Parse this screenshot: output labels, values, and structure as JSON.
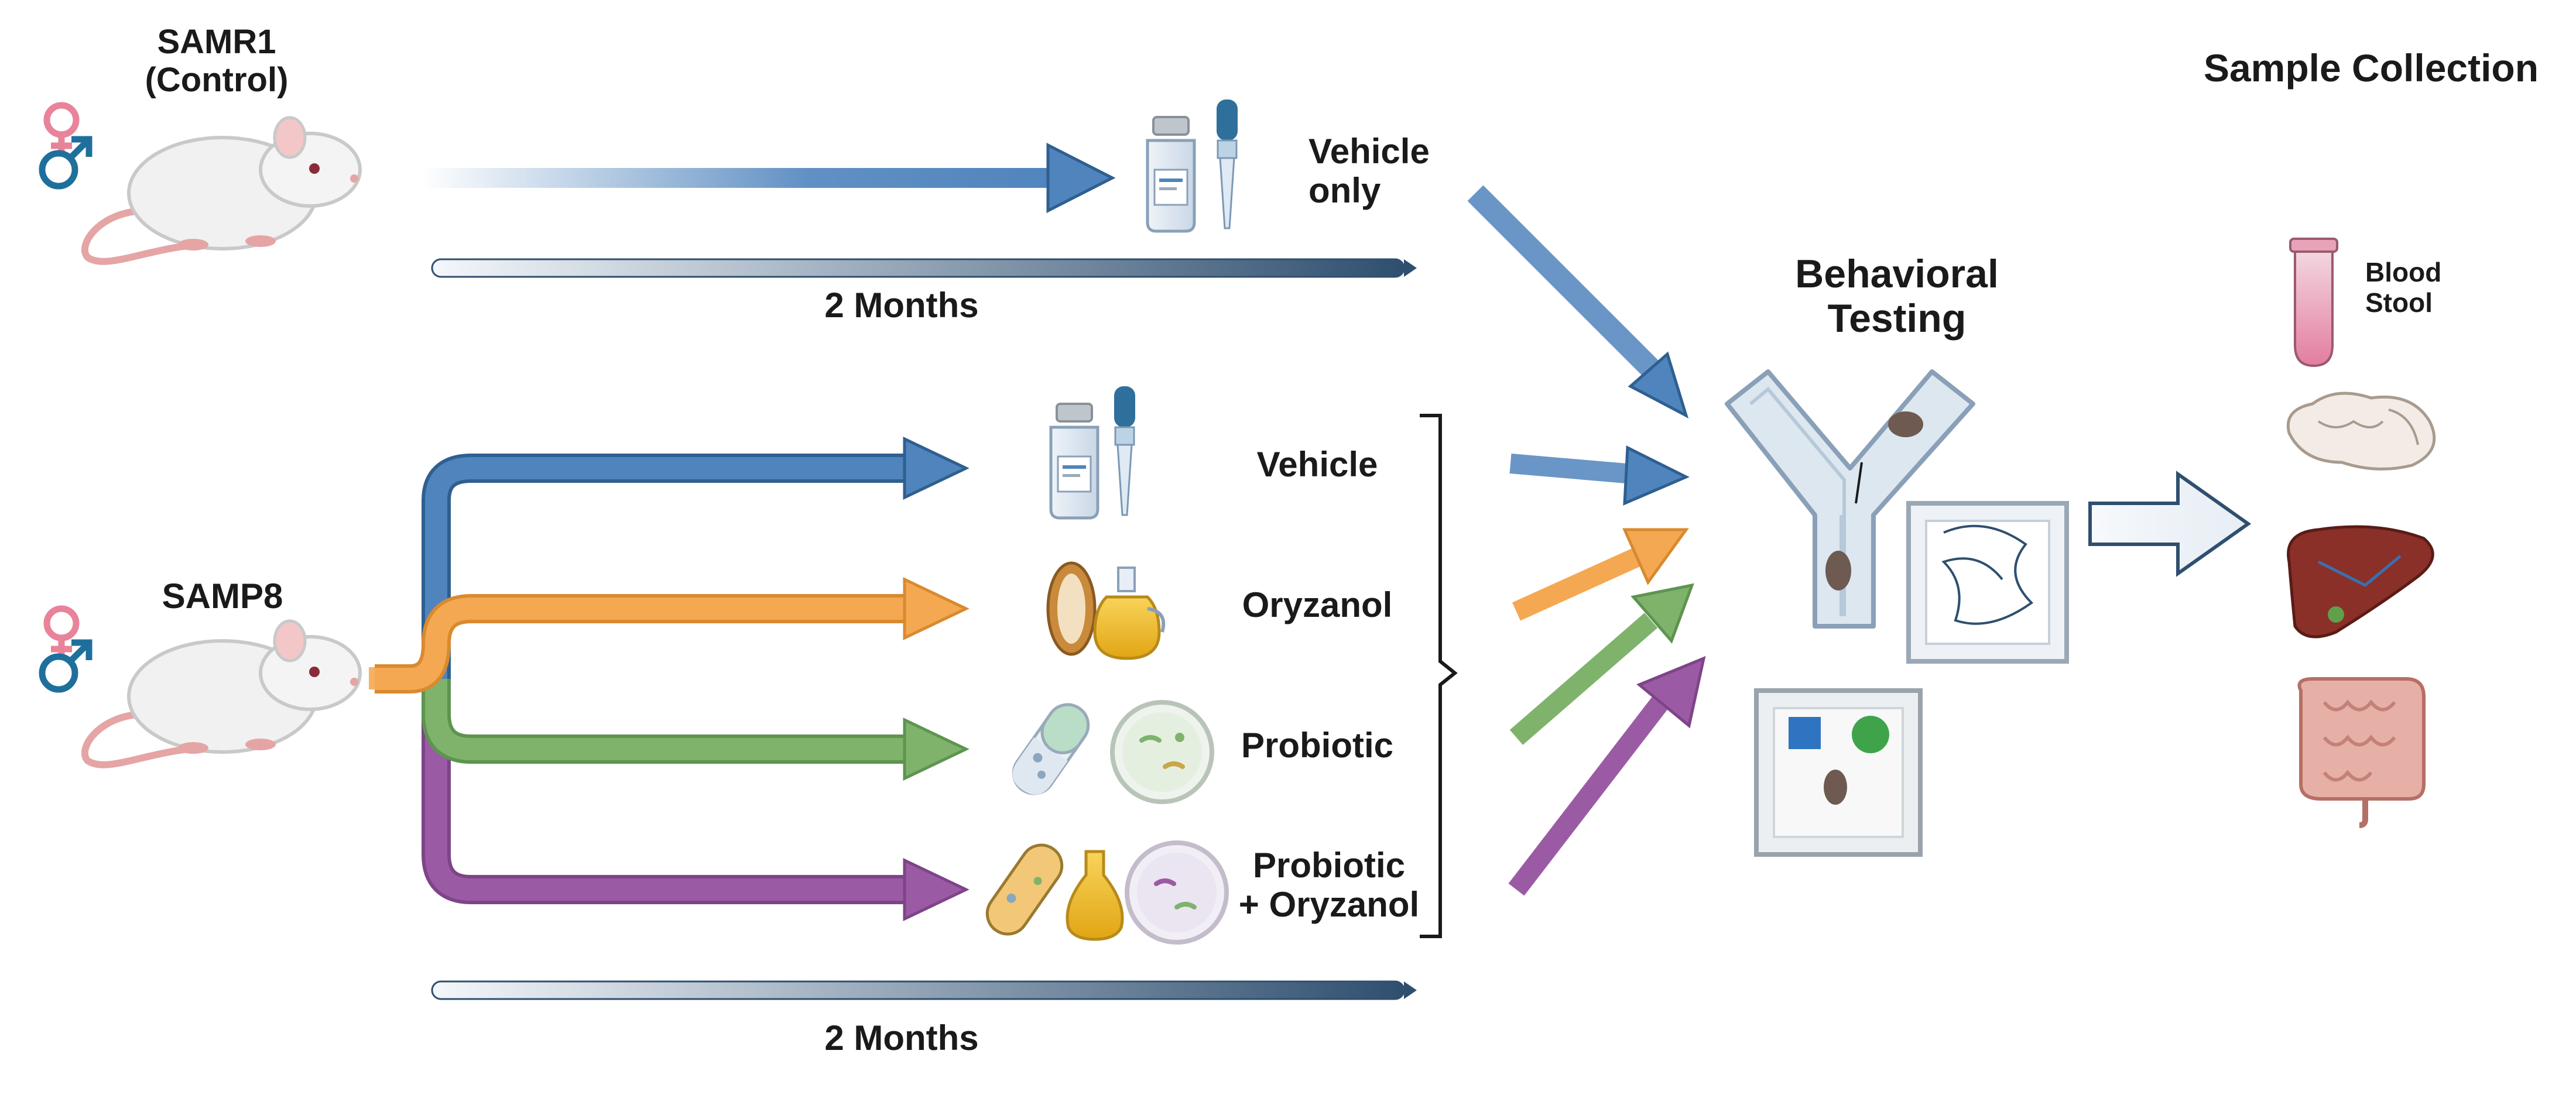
{
  "groups": {
    "control": {
      "name": "SAMR1",
      "subname": "(Control)"
    },
    "treatment": {
      "name": "SAMP8"
    }
  },
  "control_arm": {
    "treatment": "Vehicle\nonly",
    "duration": "2 Months"
  },
  "treatment_arms": [
    {
      "label": "Vehicle",
      "color": "#4f84bd"
    },
    {
      "label": "Oryzanol",
      "color": "#f5a852"
    },
    {
      "label": "Probiotic",
      "color": "#7fb36c"
    },
    {
      "label": "Probiotic\n+ Oryzanol",
      "color": "#9b5ba4"
    }
  ],
  "treatment_duration": "2 Months",
  "behavioral_testing": {
    "title": "Behavioral\nTesting"
  },
  "sample_collection": {
    "title": "Sample Collection",
    "blood_stool": "Blood\nStool"
  },
  "colors": {
    "control_arrow": "#4f84bd",
    "female_symbol": "#e8839a",
    "male_symbol": "#1f6f9c",
    "timeline_dark": "#2f4f6f"
  }
}
